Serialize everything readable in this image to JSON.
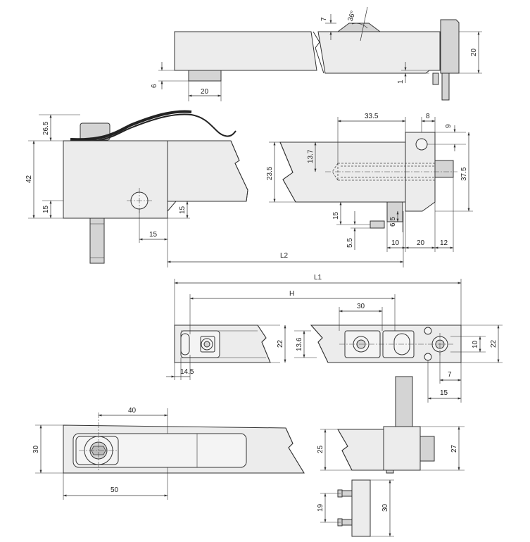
{
  "views": {
    "top_side": {
      "dims": [
        "7",
        "36°",
        "20",
        "6",
        "20",
        "1"
      ]
    },
    "left_side": {
      "dims": [
        "26.5",
        "42",
        "15",
        "15",
        "15",
        "L2"
      ]
    },
    "right_side": {
      "dims": [
        "33.5",
        "8",
        "9",
        "13.7",
        "23.5",
        "37.5",
        "15",
        "6.5",
        "5.5",
        "10",
        "20",
        "12"
      ]
    },
    "top_plan": {
      "dims": [
        "L1",
        "H",
        "30",
        "22",
        "13.6",
        "14.5",
        "10",
        "22",
        "7",
        "15"
      ]
    },
    "bottom_left": {
      "dims": [
        "40",
        "30",
        "50"
      ]
    },
    "bottom_right": {
      "dims": [
        "25",
        "27",
        "19",
        "30"
      ]
    }
  }
}
